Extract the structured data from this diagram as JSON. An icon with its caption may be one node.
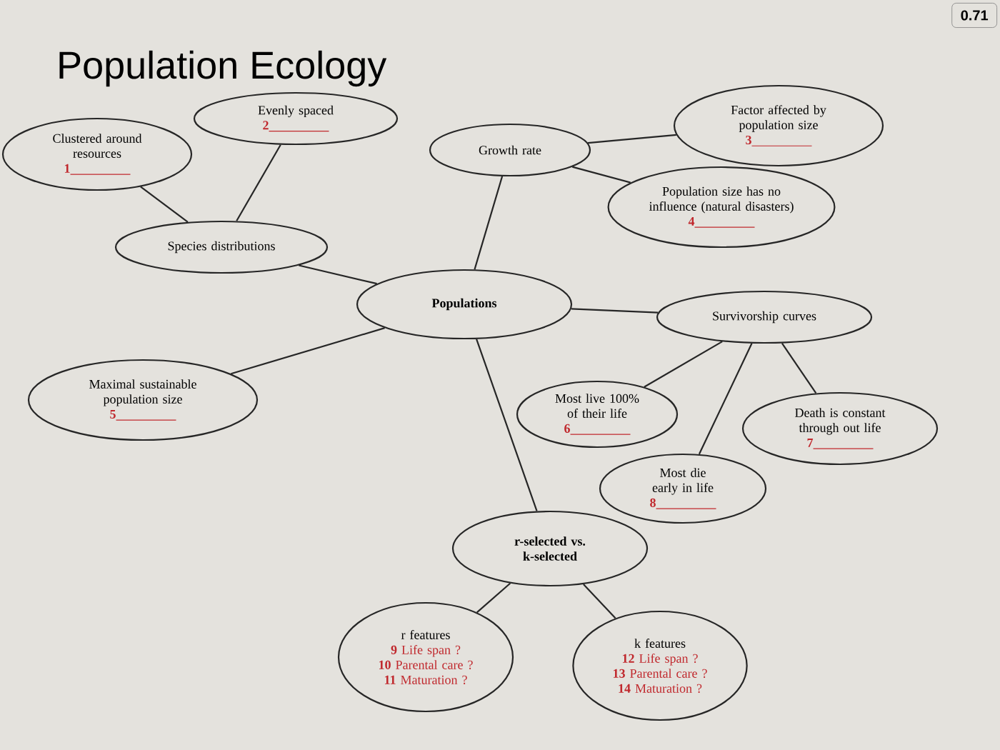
{
  "diagram": {
    "title": "Population Ecology",
    "nodes": [
      {
        "text": [
          "Clustered around resources",
          "1"
        ]
      },
      {
        "text": [
          "Evenly spaced",
          "2"
        ]
      },
      {
        "text": [
          "Growth rate"
        ]
      },
      {
        "text": [
          "Factor affected by population size",
          "3"
        ]
      },
      {
        "text": [
          "Population size has no influence (natural disasters)",
          "4"
        ]
      },
      {
        "text": [
          "Species distributions"
        ]
      },
      {
        "text": [
          "Populations"
        ]
      },
      {
        "text": [
          "Survivorship curves"
        ]
      },
      {
        "text": [
          "Maximal sustainable population size",
          "5"
        ]
      },
      {
        "text": [
          "Most live 100% of their life",
          "6"
        ]
      },
      {
        "text": [
          "Death is constant through out life",
          "7"
        ]
      },
      {
        "text": [
          "Most die early in life",
          "8"
        ]
      },
      {
        "text": [
          "r-selected vs. k-selected"
        ]
      },
      {
        "text": [
          "r features",
          "**9** Life span ?",
          "**10** Parental care ?",
          "**11** Maturation ?"
        ]
      },
      {
        "text": [
          "k features",
          "**12** Life span ?",
          "**13** Parental care ?",
          "**14** Maturation ?"
        ]
      }
    ],
    "edges": [
      {
        "from": 0,
        "to": 5,
        "arrow": "none"
      },
      {
        "from": 1,
        "to": 5,
        "arrow": "none"
      },
      {
        "from": 2,
        "to": 3,
        "arrow": "none"
      },
      {
        "from": 2,
        "to": 4,
        "arrow": "none"
      },
      {
        "from": 5,
        "to": 6,
        "arrow": "none"
      },
      {
        "from": 2,
        "to": 6,
        "arrow": "none"
      },
      {
        "from": 6,
        "to": 7,
        "arrow": "none"
      },
      {
        "from": 6,
        "to": 8,
        "arrow": "none"
      },
      {
        "from": 6,
        "to": 12,
        "arrow": "none"
      },
      {
        "from": 7,
        "to": 9,
        "arrow": "none"
      },
      {
        "from": 7,
        "to": 11,
        "arrow": "none"
      },
      {
        "from": 7,
        "to": 10,
        "arrow": "none"
      },
      {
        "from": 12,
        "to": 13,
        "arrow": "none"
      },
      {
        "from": 12,
        "to": 14,
        "arrow": "none"
      }
    ],
    "labels": [
      "0.71"
    ]
  }
}
